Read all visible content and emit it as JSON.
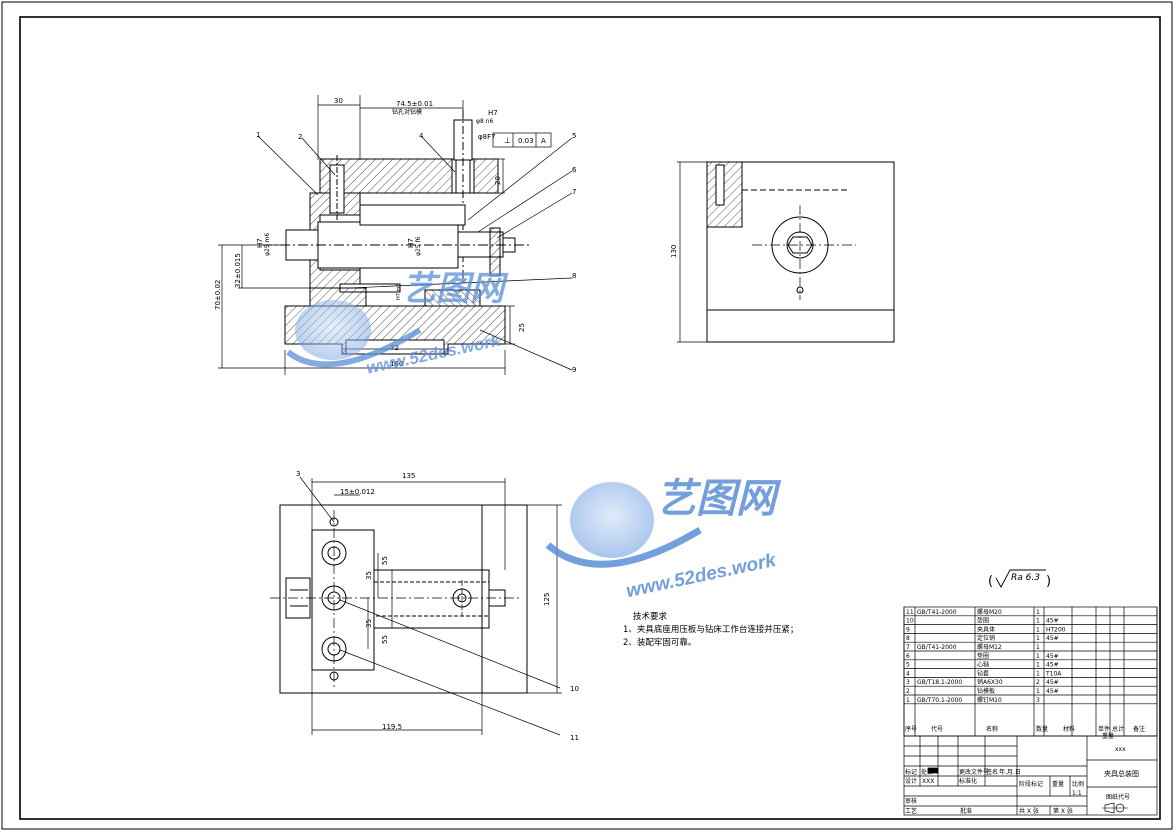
{
  "dimensions": {
    "top_left": "30",
    "top_span": "74.5±0.01",
    "top_span_note": "钻孔对钻模",
    "fit_top": "H7",
    "fit_top_sub": "φ8 n6",
    "fit_right": "φ8F7",
    "tolerance_value": "0.03",
    "tolerance_datum": "A",
    "side_height": "20",
    "dia_left_fit": "H7",
    "dia_left_sub": "φ25 m6",
    "height_1": "32±0.015",
    "height_2": "70±0.02",
    "dia_center_fit": "H7",
    "dia_center_sub": "φ25 f6",
    "small_fit": "H7 m6",
    "base_height": "25",
    "slot_width": "72",
    "base_length": "180",
    "side_view_height": "130",
    "plan_length": "135",
    "plan_offset": "15±0.012",
    "plan_spacing_1": "55",
    "plan_spacing_2": "35",
    "plan_spacing_3": "35",
    "plan_spacing_4": "55",
    "plan_width": "125",
    "plan_bottom": "119.5"
  },
  "callouts": [
    "1",
    "2",
    "3",
    "4",
    "5",
    "6",
    "7",
    "8",
    "9",
    "10",
    "11"
  ],
  "datum_marker": "A",
  "surface_roughness": "Ra 6.3",
  "tech_requirements": {
    "title": "技术要求",
    "items": [
      "1、夹具底座用压板与钻床工作台连接并压紧；",
      "2、装配牢固可靠。"
    ]
  },
  "bom": {
    "rows": [
      {
        "no": "11",
        "code": "GB/T41-2000",
        "name": "螺母M20",
        "qty": "1",
        "material": "",
        "unit": "",
        "total": "",
        "note": ""
      },
      {
        "no": "10",
        "code": "",
        "name": "垫圈",
        "qty": "1",
        "material": "45#",
        "unit": "",
        "total": "",
        "note": ""
      },
      {
        "no": "9",
        "code": "",
        "name": "夹具体",
        "qty": "1",
        "material": "HT200",
        "unit": "",
        "total": "",
        "note": ""
      },
      {
        "no": "8",
        "code": "",
        "name": "定位销",
        "qty": "1",
        "material": "45#",
        "unit": "",
        "total": "",
        "note": ""
      },
      {
        "no": "7",
        "code": "GB/T41-2000",
        "name": "螺母M12",
        "qty": "1",
        "material": "",
        "unit": "",
        "total": "",
        "note": ""
      },
      {
        "no": "6",
        "code": "",
        "name": "垫圈",
        "qty": "1",
        "material": "45#",
        "unit": "",
        "total": "",
        "note": ""
      },
      {
        "no": "5",
        "code": "",
        "name": "心轴",
        "qty": "1",
        "material": "45#",
        "unit": "",
        "total": "",
        "note": ""
      },
      {
        "no": "4",
        "code": "",
        "name": "钻套",
        "qty": "1",
        "material": "T10A",
        "unit": "",
        "total": "",
        "note": ""
      },
      {
        "no": "3",
        "code": "GB/T18.1-2000",
        "name": "销A6X30",
        "qty": "2",
        "material": "45#",
        "unit": "",
        "total": "",
        "note": ""
      },
      {
        "no": "2",
        "code": "",
        "name": "钻模板",
        "qty": "1",
        "material": "45#",
        "unit": "",
        "total": "",
        "note": ""
      },
      {
        "no": "1",
        "code": "GB/T70.1-2000",
        "name": "螺钉M10",
        "qty": "3",
        "material": "",
        "unit": "",
        "total": "",
        "note": ""
      }
    ],
    "header": {
      "no": "序号",
      "code": "代号",
      "name": "名称",
      "qty": "数量",
      "material": "材料",
      "unit": "单件",
      "total": "总计",
      "weight": "重量",
      "note": "备注"
    }
  },
  "title_block": {
    "company": "xxx",
    "drawing_name": "夹具总装图",
    "drawing_code_label": "图纸代号",
    "labels": {
      "mark": "标记",
      "count": "处数",
      "zone": "分区",
      "change_doc": "更改文件号",
      "signature": "签名",
      "date": "年.月.日",
      "design": "设计",
      "design_name": "XXX",
      "standardize": "标准化",
      "stage_mark": "阶段标记",
      "weight": "重量",
      "scale": "比例",
      "scale_value": "1:1",
      "review": "审核",
      "process": "工艺",
      "approve": "批准",
      "sheets_total": "共 X 张",
      "sheet_no": "第 X 张"
    }
  },
  "watermark": {
    "brand": "艺图网",
    "url": "www.52des.work"
  },
  "colors": {
    "line": "#000000",
    "watermark": "#5b8fd8",
    "watermark_light": "#9cc0ee"
  }
}
